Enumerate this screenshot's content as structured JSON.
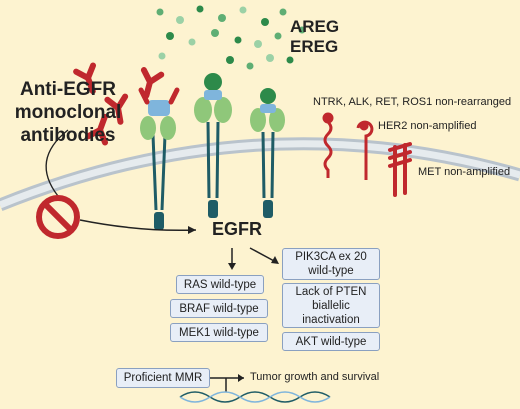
{
  "diagram": {
    "antibody_label": "Anti-EGFR monoclonal antibodies",
    "ligands": [
      "AREG",
      "EREG"
    ],
    "receptor_label": "EGFR",
    "receptor_annotations": [
      "NTRK, ALK, RET, ROS1 non-rearranged",
      "HER2 non-amplified",
      "MET non-amplified"
    ],
    "ras_branch": [
      "RAS wild-type",
      "BRAF wild-type",
      "MEK1 wild-type"
    ],
    "pi3k_branch": [
      "PIK3CA ex 20\nwild-type",
      "Lack of PTEN\nbiallelic\ninactivation",
      "AKT wild-type"
    ],
    "mmr_label": "Proficient MMR",
    "outcome_label": "Tumor growth and survival"
  },
  "colors": {
    "background": "#fdf3d0",
    "antibody": "#c0282d",
    "receptor_green": "#8fc77a",
    "receptor_blue": "#7fb5dc",
    "stalk": "#1f5c66",
    "ligand": "#2d8a4a",
    "box_fill": "#e8eef7",
    "box_border": "#8aa0c0"
  }
}
